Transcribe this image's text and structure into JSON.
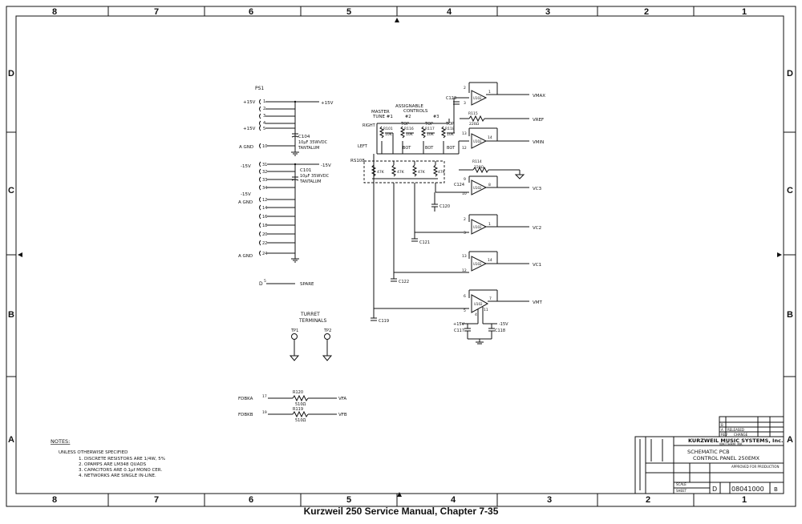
{
  "caption": "Kurzweil 250 Service Manual, Chapter 7-35",
  "zones": {
    "columns": [
      "8",
      "7",
      "6",
      "5",
      "4",
      "3",
      "2",
      "1"
    ],
    "rows": [
      "D",
      "C",
      "B",
      "A"
    ]
  },
  "connector": {
    "name": "PS1",
    "pins": {
      "p1": "1",
      "p2": "2",
      "p3": "3",
      "p4": "4",
      "p5": "5",
      "p10": "10",
      "p31": "31",
      "p32": "32",
      "p33": "33",
      "p34": "34",
      "p12": "12",
      "p14": "14",
      "p16": "16",
      "p18": "18",
      "p20": "20",
      "p22": "22",
      "p24": "24",
      "p17": "17",
      "p19": "19"
    },
    "labels": {
      "plus15_a": "+15V",
      "plus15_b": "+15V",
      "plus15_out": "+15V",
      "agnd1": "A GND",
      "minus15_a": "-15V",
      "minus15_b": "-15V",
      "minus15_out": "-15V",
      "agnd2": "A GND",
      "agnd3": "A GND",
      "spare_pin": "D",
      "spare": "SPARE",
      "fdbka": "FDBKA",
      "fdbkb": "FDBKB"
    }
  },
  "caps": {
    "c104": "C104",
    "c104_val": "10µF 35WVDC",
    "c104_type": "TANTALUM",
    "c101": "C101",
    "c101_val": "10µF 35WVDC",
    "c101_type": "TANTALUM",
    "c123": "C123",
    "c124": "C124",
    "c120": "C120",
    "c121": "C121",
    "c122": "C122",
    "c119": "C119",
    "c117": "C117",
    "c118": "C118"
  },
  "resistors": {
    "r120": "R120",
    "r120_val": "510Ω",
    "r119": "R119",
    "r119_val": "510Ω",
    "r115": "R115",
    "r115_val": "220Ω",
    "r114": "R114",
    "r114_val": "220Ω",
    "rs108": "RS108",
    "rs_vals": [
      "47K",
      "47K",
      "47K",
      "47K"
    ],
    "pots": [
      "R101",
      "R116",
      "R117",
      "R118"
    ],
    "pot_vals": [
      "10K",
      "10K",
      "10K",
      "10K"
    ]
  },
  "controls": {
    "master": "MASTER",
    "tune": "TUNE #1",
    "assignable": "ASSIGNABLE",
    "controls": "CONTROLS",
    "n2": "#2",
    "n3": "#3",
    "right": "RIGHT",
    "left": "LEFT",
    "top1": "TOP",
    "top2": "TOP",
    "top3": "TOP",
    "bot1": "BOT",
    "bot2": "BOT",
    "bot3": "BOT"
  },
  "opamps": {
    "u": "U102",
    "outputs": [
      "VMAX",
      "VREF",
      "VMIN",
      "VC3",
      "VC2",
      "VC1",
      "VMT"
    ],
    "pins": [
      "2",
      "3",
      "1",
      "13",
      "12",
      "14",
      "9",
      "10",
      "8",
      "3",
      "2",
      "1",
      "13",
      "12",
      "14",
      "6",
      "5",
      "7",
      "4",
      "11"
    ],
    "supply_pos": "+15V",
    "supply_neg": "-15V"
  },
  "turret": {
    "title1": "TURRET",
    "title2": "TERMINALS",
    "tp1": "TP1",
    "tp2": "TP2"
  },
  "feedback": {
    "vfa": "VFA",
    "vfb": "VFB"
  },
  "notes": {
    "title": "NOTES:",
    "intro": "UNLESS OTHERWISE SPECIFIED",
    "items": [
      "1. DISCRETE RESISTORS ARE 1/4W, 5%",
      "2. OPAMPS ARE LM348 QUADS",
      "3. CAPACITORS ARE 0.1µf MONO CER.",
      "4. NETWORKS ARE SINGLE IN-LINE."
    ]
  },
  "title_block": {
    "company": "KURZWEIL MUSIC SYSTEMS, Inc.",
    "city": "WALTHAM, MA",
    "title1": "SCHEMATIC PCB",
    "title2": "CONTROL PANEL 250EMX",
    "size": "D",
    "dwg_no": "08041000",
    "rev": "B",
    "rev_a": "A",
    "rev_b": "B",
    "released": "RELEASED",
    "rev_label": "REV",
    "change_label": "CHANGE",
    "approved_prod": "APPROVED FOR PRODUCTION",
    "scale": "SCALE",
    "sheet": "SHEET"
  }
}
